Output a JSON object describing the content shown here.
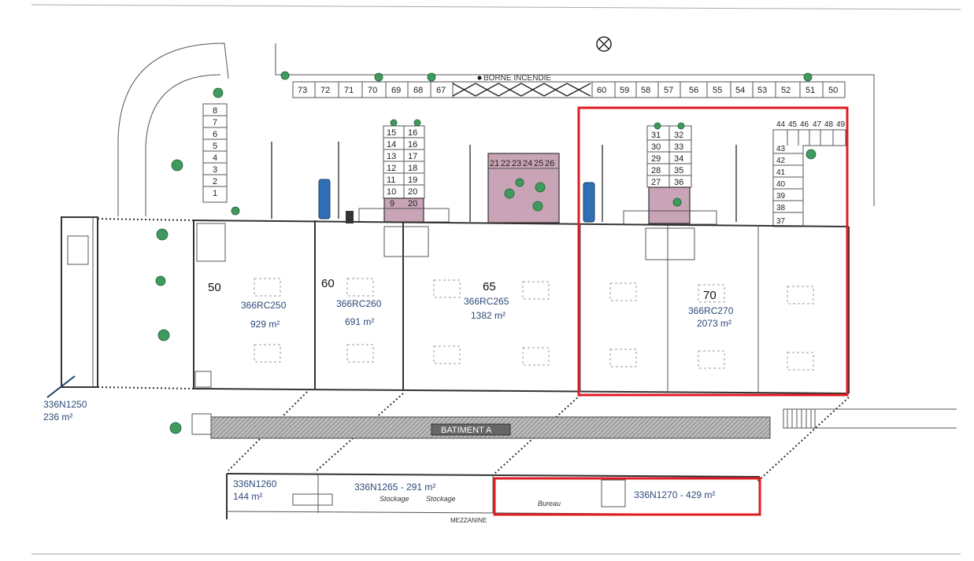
{
  "plan": {
    "marker": "BORNE INCENDIE",
    "building_label": "BATIMENT A",
    "mezzanine_label": "MEZZANINE",
    "colors": {
      "highlight": "#e01c22",
      "unit_text": "#2c4a7a",
      "tree": "#3f9a5e",
      "planter": "#c9a4b6",
      "vehicle": "#2f6fb5"
    }
  },
  "parking_top": [
    "73",
    "72",
    "71",
    "70",
    "69",
    "68",
    "67",
    "60",
    "59",
    "58",
    "57",
    "56",
    "55",
    "54",
    "53",
    "52",
    "51",
    "50"
  ],
  "parking_left": [
    "8",
    "7",
    "6",
    "5",
    "4",
    "3",
    "2",
    "1"
  ],
  "parking_center_left": [
    "15",
    "16",
    "14",
    "16",
    "13",
    "17",
    "12",
    "18",
    "11",
    "19",
    "10",
    "20",
    "9",
    "20"
  ],
  "parking_center_mid": [
    "21",
    "22",
    "23",
    "24",
    "25",
    "26"
  ],
  "parking_center_right": [
    "31",
    "32",
    "30",
    "33",
    "29",
    "34",
    "28",
    "35",
    "27",
    "36"
  ],
  "parking_right_top": [
    "44",
    "45",
    "46",
    "47",
    "48",
    "49"
  ],
  "parking_right_col": [
    "43",
    "42",
    "41",
    "40",
    "39",
    "38",
    "37"
  ],
  "units": [
    {
      "num": "50",
      "code": "366RC250",
      "area": "929 m²"
    },
    {
      "num": "60",
      "code": "366RC260",
      "area": "691 m²"
    },
    {
      "num": "65",
      "code": "366RC265",
      "area": "1382 m²"
    },
    {
      "num": "70",
      "code": "366RC270",
      "area": "2073 m²"
    }
  ],
  "side_unit": {
    "code": "336N1250",
    "area": "236 m²"
  },
  "mezzanines": [
    {
      "code": "336N1260",
      "area": "144 m²"
    },
    {
      "text": "336N1265 - 291 m²"
    },
    {
      "text": "336N1270 - 429 m²"
    }
  ],
  "mezz_notes": [
    "Stockage",
    "Stockage",
    "Bureau"
  ]
}
